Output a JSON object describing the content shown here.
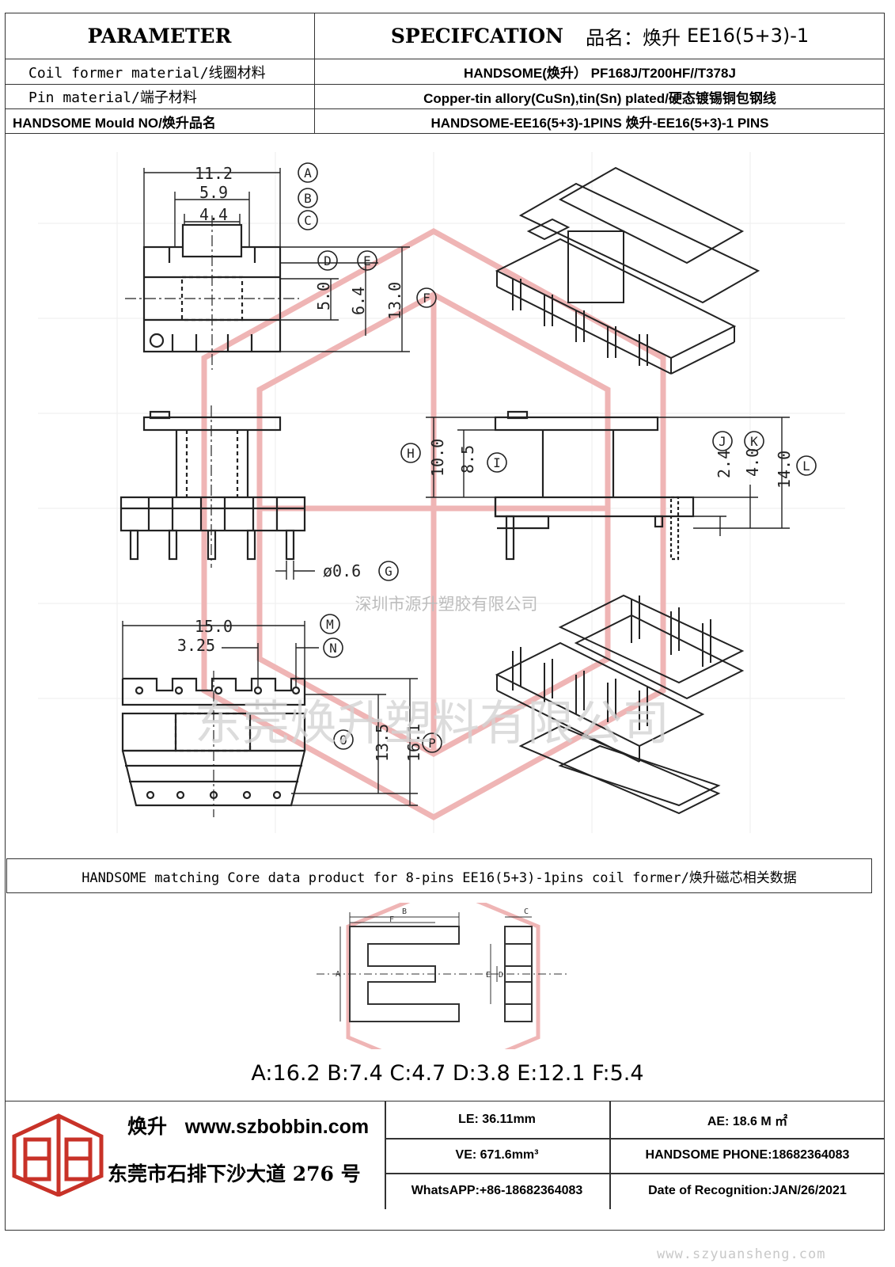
{
  "header": {
    "parameter": "PARAMETER",
    "specification": "SPECIFCATION",
    "product_label": "品名：焕升",
    "product_model": "EE16(5+3)-1"
  },
  "rows": [
    {
      "label": "Coil former material/线圈材料",
      "value": "HANDSOME(焕升）   PF168J/T200HF//T378J"
    },
    {
      "label": "Pin material/端子材料",
      "value": "Copper-tin allory(CuSn),tin(Sn) plated/硬态镀锡铜包钢线"
    },
    {
      "label": "HANDSOME Mould NO/焕升品名",
      "value": "HANDSOME-EE16(5+3)-1PINS    焕升-EE16(5+3)-1 PINS"
    }
  ],
  "dims": {
    "top_view": {
      "a": "11.2",
      "b": "5.9",
      "c": "4.4",
      "d": "5.0",
      "e": "6.4",
      "f": "13.0"
    },
    "side_view": {
      "h": "10.0",
      "i": "8.5",
      "g": "ø0.6",
      "j": "2.4",
      "k": "4.0",
      "l": "14.0"
    },
    "bottom_view": {
      "m": "15.0",
      "n": "3.25",
      "o": "13.5",
      "p": "16.1"
    },
    "letters": [
      "A",
      "B",
      "C",
      "D",
      "E",
      "F",
      "G",
      "H",
      "I",
      "J",
      "K",
      "L",
      "M",
      "N",
      "O",
      "P"
    ]
  },
  "watermarks": {
    "company_small": "深圳市源升塑胶有限公司",
    "company_large": "东莞焕升塑料有限公司",
    "site": "www.szyuansheng.com"
  },
  "core": {
    "caption": "HANDSOME matching Core data  product for 8-pins EE16(5+3)-1pins coil former/焕升磁芯相关数据",
    "labels": [
      "A",
      "B",
      "C",
      "D",
      "E",
      "F"
    ],
    "values": "A:16.2 B:7.4 C:4.7 D:3.8 E:12.1 F:5.4"
  },
  "footer": {
    "brand": "焕升",
    "website": "www.szbobbin.com",
    "address": "东莞市石排下沙大道 276 号",
    "le": "LE:    36.11mm",
    "ae": "AE: 18.6 M ㎡",
    "ve": "VE:    671.6mm³",
    "phone": "HANDSOME PHONE:18682364083",
    "whatsapp": "WhatsAPP:+86-18682364083",
    "date": "Date of Recognition:JAN/26/2021"
  },
  "colors": {
    "line": "#222222",
    "watermark": "#e8a0a0",
    "logo": "#c83228"
  }
}
